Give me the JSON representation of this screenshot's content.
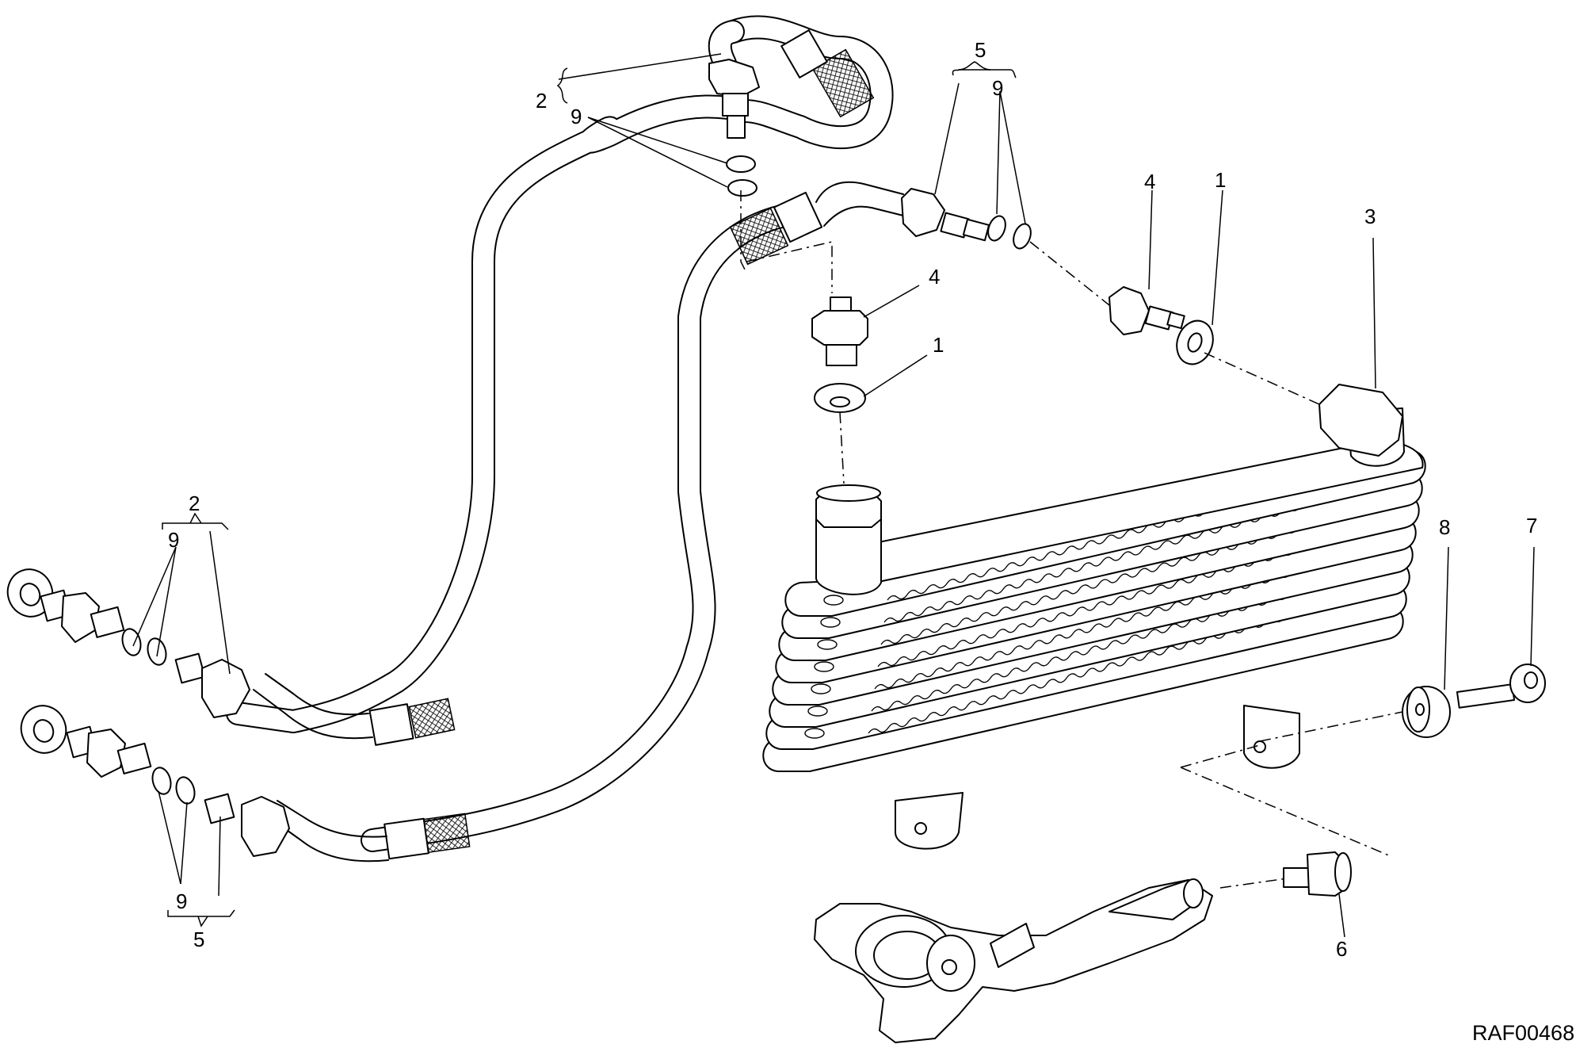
{
  "diagram": {
    "reference_code": "RAF00468",
    "callouts": [
      {
        "id": "c1a",
        "text": "1"
      },
      {
        "id": "c1b",
        "text": "1"
      },
      {
        "id": "c2a",
        "text": "2"
      },
      {
        "id": "c2b",
        "text": "2"
      },
      {
        "id": "c3",
        "text": "3"
      },
      {
        "id": "c4a",
        "text": "4"
      },
      {
        "id": "c4b",
        "text": "4"
      },
      {
        "id": "c5a",
        "text": "5"
      },
      {
        "id": "c5b",
        "text": "5"
      },
      {
        "id": "c6",
        "text": "6"
      },
      {
        "id": "c7",
        "text": "7"
      },
      {
        "id": "c8",
        "text": "8"
      },
      {
        "id": "c9a",
        "text": "9"
      },
      {
        "id": "c9b",
        "text": "9"
      },
      {
        "id": "c9c",
        "text": "9"
      },
      {
        "id": "c9d",
        "text": "9"
      }
    ]
  }
}
